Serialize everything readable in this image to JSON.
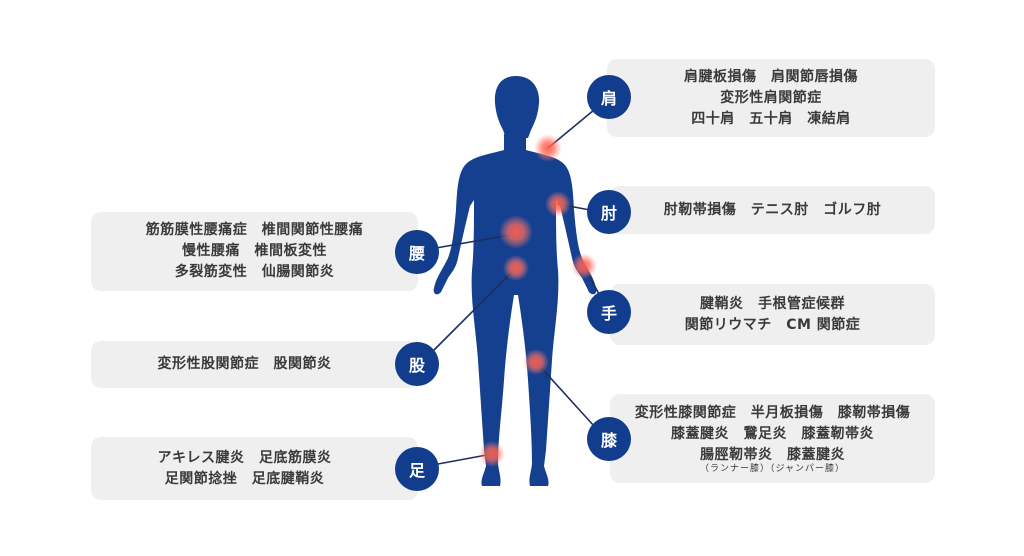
{
  "colors": {
    "body": "#153f8f",
    "badge": "#123d8c",
    "box_bg": "#efefef",
    "text": "#3a3a3a",
    "hotspot": "#ff4a4a",
    "connector": "#1d2f5e"
  },
  "regions": {
    "shoulder": {
      "badge": "肩",
      "lines": [
        "肩腱板損傷　肩関節唇損傷",
        "変形性肩関節症",
        "四十肩　五十肩　凍結肩"
      ]
    },
    "elbow": {
      "badge": "肘",
      "lines": [
        "肘靭帯損傷　テニス肘　ゴルフ肘"
      ]
    },
    "hand": {
      "badge": "手",
      "lines": [
        "腱鞘炎　手根管症候群",
        "関節リウマチ　CM 関節症"
      ]
    },
    "knee": {
      "badge": "膝",
      "lines": [
        "変形性膝関節症　半月板損傷　膝靭帯損傷",
        "膝蓋腱炎　鵞足炎　膝蓋靭帯炎",
        "腸脛靭帯炎　膝蓋腱炎"
      ],
      "sub": "（ランナー膝）（ジャンパー膝）"
    },
    "lower_back": {
      "badge": "腰",
      "lines": [
        "筋筋膜性腰痛症　椎間関節性腰痛",
        "慢性腰痛　椎間板変性",
        "多裂筋変性　仙腸関節炎"
      ]
    },
    "hip": {
      "badge": "股",
      "lines": [
        "変形性股関節症　股関節炎"
      ]
    },
    "foot": {
      "badge": "足",
      "lines": [
        "アキレス腱炎　足底筋膜炎",
        "足関節捻挫　足底腱鞘炎"
      ]
    }
  }
}
